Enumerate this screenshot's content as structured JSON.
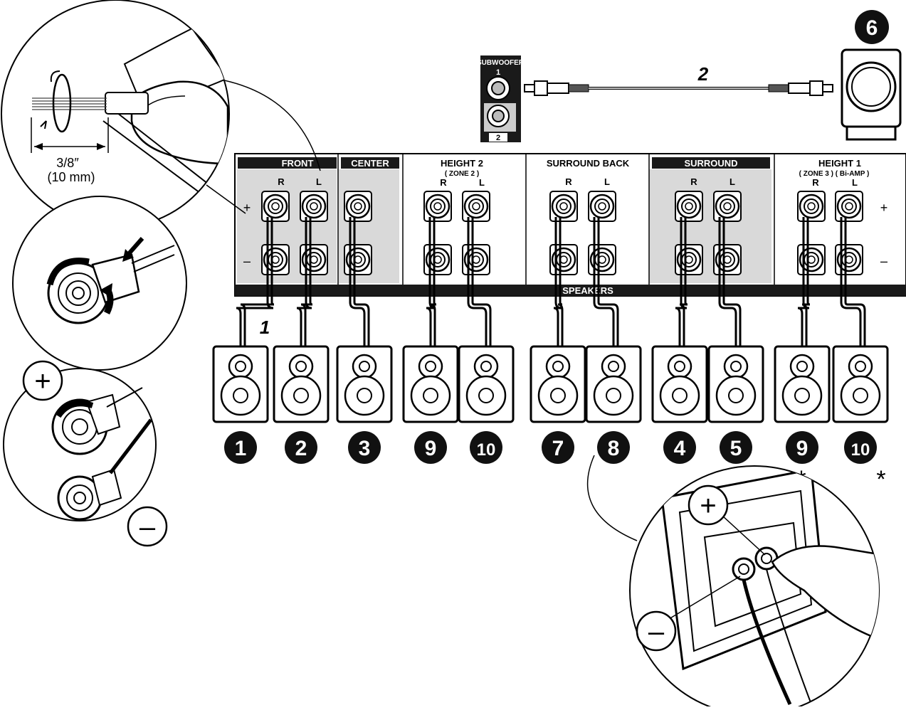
{
  "diagram": {
    "subwoofer_label": "SUBWOOFER",
    "subwoofer_ports": [
      "1",
      "2"
    ],
    "step2_label": "2",
    "step1_label": "1",
    "subwoofer_speaker_number": "6",
    "strip_length": "3/8″",
    "strip_length_mm": "(10 mm)",
    "speakers_bar_label": "SPEAKERS",
    "plus_sign": "+",
    "minus_sign": "–",
    "asterisk": "*",
    "groups": [
      {
        "name": "FRONT",
        "style": "dark",
        "channels": [
          "R",
          "L"
        ]
      },
      {
        "name": "CENTER",
        "style": "dark",
        "channels": []
      },
      {
        "name": "HEIGHT 2",
        "sub": "( ZONE 2 )",
        "style": "plain",
        "channels": [
          "R",
          "L"
        ]
      },
      {
        "name": "SURROUND BACK",
        "style": "plain",
        "channels": [
          "R",
          "L"
        ]
      },
      {
        "name": "SURROUND",
        "style": "dark",
        "channels": [
          "R",
          "L"
        ]
      },
      {
        "name": "HEIGHT 1",
        "sub": "( ZONE 3 ) ( Bi-AMP )",
        "style": "plain",
        "channels": [
          "R",
          "L"
        ]
      }
    ],
    "speaker_numbers": [
      "1",
      "2",
      "3",
      "9",
      "10",
      "7",
      "8",
      "4",
      "5",
      "9",
      "10"
    ],
    "asterisk_speakers": [
      "9",
      "10"
    ],
    "colors": {
      "line": "#000000",
      "panel_shade": "#d9d9d9",
      "label_bg": "#1a1a1a"
    }
  }
}
